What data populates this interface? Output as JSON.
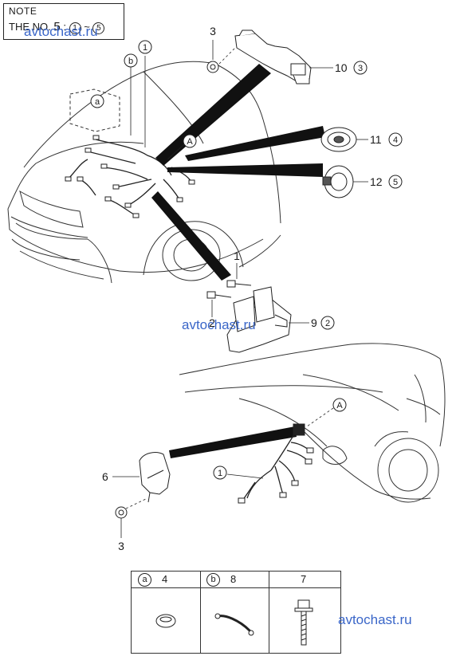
{
  "note": {
    "title": "NOTE",
    "line_prefix": "THE NO.",
    "digit": "5",
    "colon": ":",
    "range_from": "1",
    "tilde": "~",
    "range_to": "5"
  },
  "watermarks": [
    "avtochast.ru",
    "avtochast.ru",
    "avtochast.ru"
  ],
  "callouts": {
    "c1_top": "1",
    "c_b": "b",
    "c_a": "a",
    "c3_top": "3",
    "c10": "10",
    "c10_ref": "3",
    "c_A_top": "A",
    "c11": "11",
    "c11_ref": "4",
    "c12": "12",
    "c12_ref": "5",
    "c1_mid": "1",
    "c2_mid": "2",
    "c9": "9",
    "c9_ref": "2",
    "c_A_bot": "A",
    "c6": "6",
    "c1_bot": "1",
    "c3_bot": "3"
  },
  "legend": {
    "col1_ref": "a",
    "col1_num": "4",
    "col2_ref": "b",
    "col2_num": "8",
    "col3_num": "7"
  }
}
